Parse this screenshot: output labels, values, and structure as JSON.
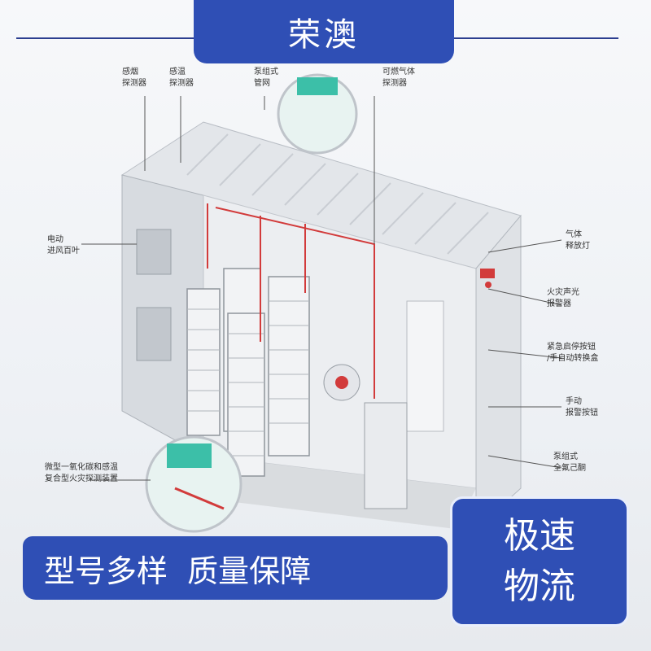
{
  "brand": {
    "label": "荣澳"
  },
  "callouts": {
    "smoke_detector": "感烟\n探测器",
    "heat_detector": "感温\n探测器",
    "pump_pipe_network": "泵组式\n管网",
    "gas_detector": "可燃气体\n探测器",
    "electric_louver": "电动\n进风百叶",
    "gas_release_light": "气体\n释放灯",
    "sound_light_alarm": "火灾声光\n报警器",
    "emergency_button": "紧急启停按钮\n/手自动转换盒",
    "manual_alarm_button": "手动\n报警按钮",
    "pump_fluorine": "泵组式\n全氟己酮",
    "composite_detector": "微型一氧化碳和感温\n复合型火灾探测装置"
  },
  "banner": {
    "text": "型号多样  质量保障"
  },
  "speed_box": {
    "line1": "极速",
    "line2": "物流"
  },
  "colors": {
    "brand_blue": "#2f4fb5",
    "pipe_red": "#d23b3b",
    "teal": "#3cbfa8"
  }
}
